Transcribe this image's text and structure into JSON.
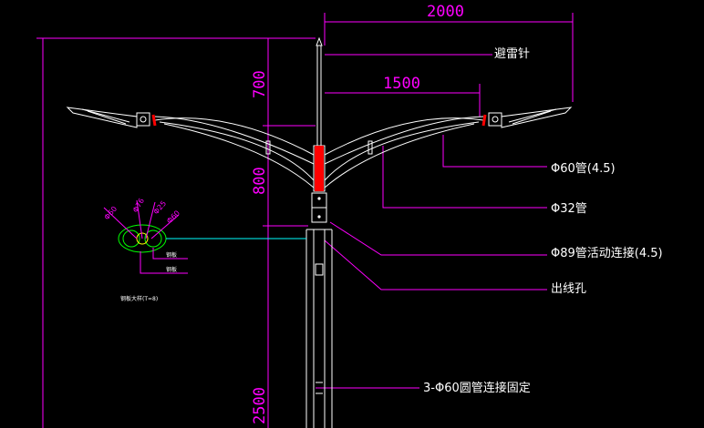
{
  "dimensions": {
    "total_span": "2000",
    "half_span": "1500",
    "top_height": "700",
    "arm_height": "800",
    "lower_height": "2500"
  },
  "labels": {
    "lightning_rod": "避雷针",
    "pipe_60": "Φ60管(4.5)",
    "pipe_32": "Φ32管",
    "pipe_89": "Φ89管活动连接(4.5)",
    "cable_hole": "出线孔",
    "fixing": "3-Φ60圆管连接固定"
  },
  "detail": {
    "phi_a": "Φ60",
    "phi_b": "Φ76",
    "phi_c": "Φ25",
    "phi_d": "Φ60",
    "note_1": "钢板",
    "note_2": "钢板",
    "caption": "钢板大样(T=8)"
  },
  "colors": {
    "background": "#000000",
    "dimension": "#ff00ff",
    "line": "#ffffff",
    "highlight": "#ff0000",
    "detail": "#00ff00",
    "leader": "#00ffff"
  }
}
